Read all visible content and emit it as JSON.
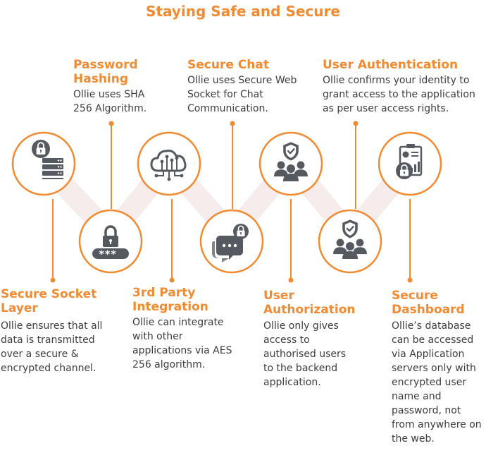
{
  "title": "Staying Safe and Secure",
  "colors": {
    "accent": "#f28a30",
    "icon": "#555a60",
    "text": "#3c3c3c",
    "band": "#f6ecec"
  },
  "items": [
    {
      "id": "secure-socket-layer",
      "heading": "Secure Socket Layer",
      "description": "Ollie ensures that all data is transmitted over a secure & encrypted channel.",
      "icon": "server-lock-icon"
    },
    {
      "id": "password-hashing",
      "heading": "Password Hashing",
      "description": "Ollie uses SHA 256 Algorithm.",
      "icon": "password-lock-icon"
    },
    {
      "id": "3rd-party-integration",
      "heading": "3rd Party Integration",
      "description": "Ollie can integrate with other applications via AES 256 algorithm.",
      "icon": "circuit-cloud-icon"
    },
    {
      "id": "secure-chat",
      "heading": "Secure Chat",
      "description": "Ollie uses Secure Web Socket for Chat Communication.",
      "icon": "chat-lock-icon"
    },
    {
      "id": "user-authorization",
      "heading": "User Authorization",
      "description": "Ollie only gives access to authorised users to the backend application.",
      "icon": "users-shield-icon"
    },
    {
      "id": "user-authentication",
      "heading": "User Authentication",
      "description": "Ollie confirms your identity to grant access to the application as per user access rights.",
      "icon": "users-shield-check-icon"
    },
    {
      "id": "secure-dashboard",
      "heading": "Secure Dashboard",
      "description": "Ollie’s database can be accessed via Application servers only with encrypted user name and password, not from anywhere on the web.",
      "icon": "dashboard-lock-icon"
    }
  ]
}
